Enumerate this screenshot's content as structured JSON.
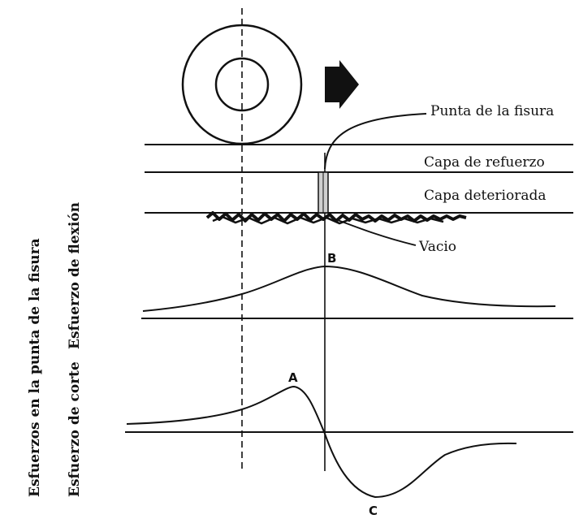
{
  "labels": {
    "crack_tip": "Punta de la fisura",
    "overlay_layer": "Capa de refuerzo",
    "damaged_layer": "Capa deteriorada",
    "void": "Vacio",
    "bending_stress": "Esfuerzo de flexión",
    "shear_stress": "Esfuerzo de corte",
    "stresses_at_crack_tip": "Esfuerzos en la punta de la fisura"
  },
  "points": {
    "a": "A",
    "b": "B",
    "c": "C"
  },
  "colors": {
    "ink": "#111111",
    "crack_fill": "#cfcfcf"
  }
}
